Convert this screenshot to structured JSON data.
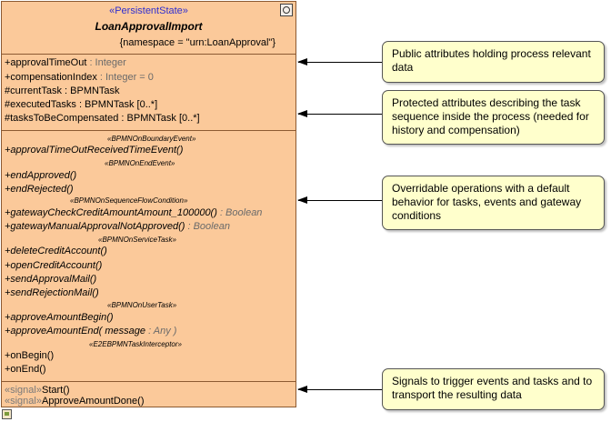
{
  "class_box": {
    "stereotype": "«PersistentState»",
    "name": "LoanApprovalImport",
    "namespace": "{namespace = \"urn:LoanApproval\"}",
    "attributes": [
      {
        "name": "+approvalTimeOut",
        "type": " : Integer"
      },
      {
        "name": "+compensationIndex",
        "type": " : Integer = 0"
      },
      {
        "name": "#currentTask",
        "type": " : BPMNTask"
      },
      {
        "name": "#executedTasks",
        "type": " : BPMNTask [0..*]"
      },
      {
        "name": "#tasksToBeCompensated",
        "type": " : BPMNTask [0..*]"
      }
    ],
    "operation_stereotypes": {
      "boundary_event": "«BPMNOnBoundaryEvent»",
      "end_event": "«BPMNOnEndEvent»",
      "sequence_flow": "«BPMNOnSequenceFlowCondition»",
      "service_task": "«BPMNOnServiceTask»",
      "user_task": "«BPMNOnUserTask»",
      "interceptor": "«E2EBPMNTaskInterceptor»"
    },
    "operations": {
      "approvalTimeOutReceived": "+approvalTimeOutReceivedTimeEvent()",
      "endApproved": "+endApproved()",
      "endRejected": "+endRejected()",
      "gatewayCheck_name": "+gatewayCheckCreditAmountAmount_100000()",
      "gatewayCheck_type": " : Boolean",
      "gatewayManual_name": "+gatewayManualApprovalNotApproved()",
      "gatewayManual_type": " : Boolean",
      "deleteCreditAccount": "+deleteCreditAccount()",
      "openCreditAccount": "+openCreditAccount()",
      "sendApprovalMail": "+sendApprovalMail()",
      "sendRejectionMail": "+sendRejectionMail()",
      "approveAmountBegin": "+approveAmountBegin()",
      "approveAmountEnd_open": "+approveAmountEnd( message",
      "approveAmountEnd_type": " : Any )",
      "onBegin": "+onBegin()",
      "onEnd": "+onEnd()"
    },
    "signals": [
      {
        "keyword": "«signal»",
        "name": "Start()"
      },
      {
        "keyword": "«signal»",
        "name": "ApproveAmountDone()"
      }
    ]
  },
  "notes": {
    "public_attributes": "Public attributes holding process relevant data",
    "protected_attributes": "Protected attributes describing the task sequence inside the process (needed for history and compensation)",
    "operations": "Overridable operations with a default behavior for tasks, events and gateway conditions",
    "signals": "Signals to trigger events and tasks and to transport the resulting data"
  },
  "icons": {
    "class_header": "class-element-icon",
    "bottom_left": "diagram-frame-icon"
  }
}
